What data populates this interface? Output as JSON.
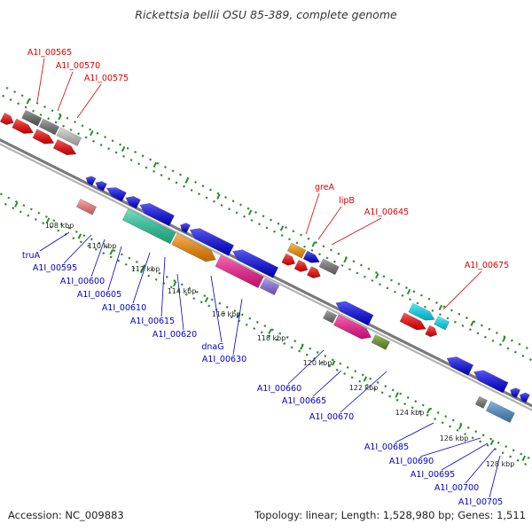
{
  "title": "Rickettsia bellii OSU 85-389, complete genome",
  "footer": {
    "accession": "Accession: NC_009883",
    "topology": "Topology: linear; Length: 1,528,980 bp; Genes: 1,511"
  },
  "colors": {
    "forward_label": "#dd0000",
    "reverse_label": "#0000cc",
    "backbone": "#888888",
    "ticks": "#2e8b2e",
    "forward_gene": "#ff0000",
    "reverse_gene": "#0000ee"
  },
  "scale_labels": [
    "108 kbp",
    "110 kbp",
    "112 kbp",
    "114 kbp",
    "116 kbp",
    "118 kbp",
    "120 kbp",
    "122 kbp",
    "124 kbp",
    "126 kbp",
    "128 kbp"
  ],
  "forward_labels": [
    "A1I_00565",
    "A1I_00570",
    "A1I_00575",
    "greA",
    "lipB",
    "A1I_00645",
    "A1I_00675"
  ],
  "reverse_labels": [
    "truA",
    "A1I_00595",
    "A1I_00600",
    "A1I_00605",
    "A1I_00610",
    "A1I_00615",
    "A1I_00620",
    "dnaG",
    "A1I_00630",
    "A1I_00660",
    "A1I_00665",
    "A1I_00670",
    "A1I_00685",
    "A1I_00690",
    "A1I_00695",
    "A1I_00700",
    "A1I_00705"
  ]
}
